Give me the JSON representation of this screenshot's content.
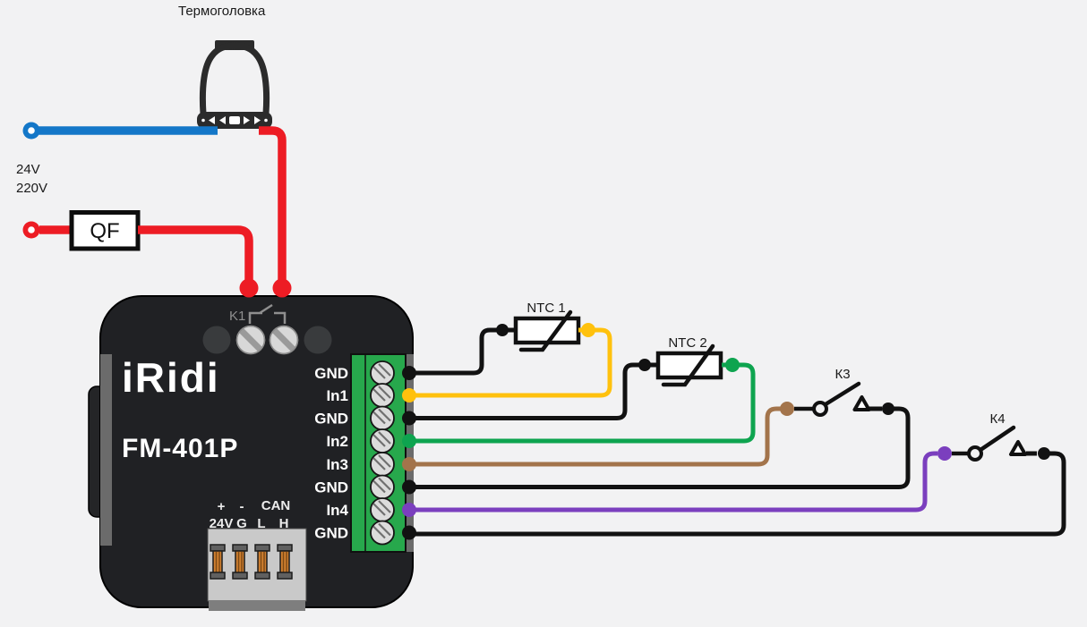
{
  "diagram": {
    "title_label": "Термоголовка",
    "voltage_label_1": "24V",
    "voltage_label_2": "220V",
    "breaker_label": "QF",
    "ntc1_label": "NTC 1",
    "ntc2_label": "NTC 2",
    "k3_label": "К3",
    "k4_label": "К4",
    "wire_colors": {
      "blue": "#1477C8",
      "red": "#ED1C24",
      "black": "#121212",
      "yellow": "#FFC10D",
      "green": "#0EA44F",
      "brown": "#A3744B",
      "purple": "#7B3FBE"
    }
  },
  "module": {
    "brand": "iRidi",
    "model": "FM-401P",
    "relay_label": "K1",
    "terminal_block_color": "#27A84C",
    "terminals": [
      "GND",
      "In1",
      "GND",
      "In2",
      "In3",
      "GND",
      "In4",
      "GND"
    ],
    "bottom_row1": {
      "plus": "+",
      "minus": "-",
      "can": "CAN"
    },
    "bottom_row2": {
      "v24": "24V",
      "g": "G",
      "l": "L",
      "h": "H"
    }
  }
}
